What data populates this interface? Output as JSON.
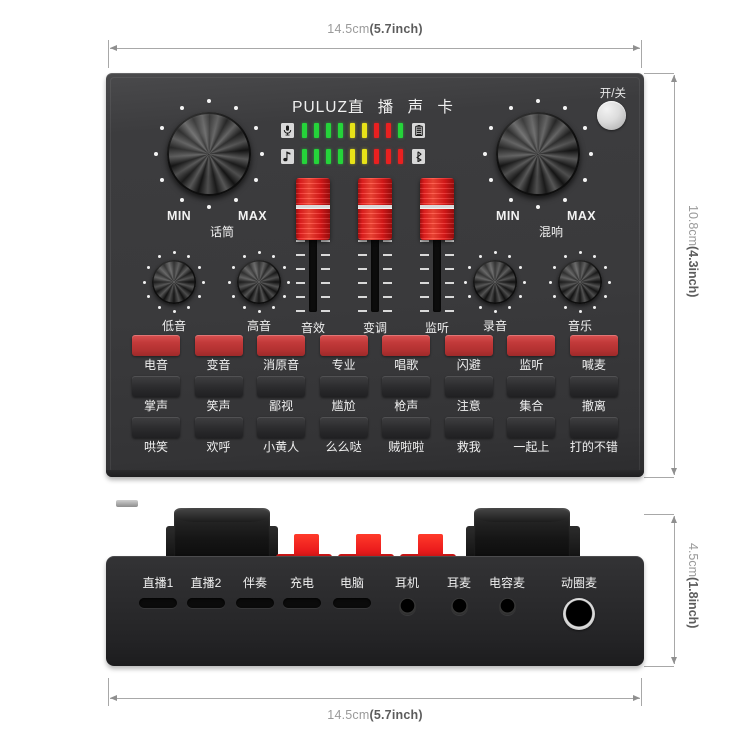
{
  "dimensions": {
    "top_width": "14.5cm(5.7inch)",
    "top_width_cm": "14.5cm",
    "top_width_in": "(5.7inch)",
    "height": "10.8cm(4.3inch)",
    "height_cm": "10.8cm",
    "height_in": "(4.3inch)",
    "depth": "4.5cm(1.8inch)",
    "depth_cm": "4.5cm",
    "depth_in": "(1.8inch)",
    "bottom_width": "14.5cm(5.7inch)",
    "bottom_width_cm": "14.5cm",
    "bottom_width_in": "(5.7inch)"
  },
  "device": {
    "brand": "PULUZ",
    "brand_cn": "直 播 声 卡",
    "power_label": "开/关",
    "power_icon": "power-button-circle"
  },
  "meters": {
    "row1": {
      "icon": "microphone-icon",
      "icon_glyph": "Ἲ4",
      "right_icon": "battery-icon",
      "leds": [
        "g",
        "g",
        "g",
        "g",
        "y",
        "y",
        "r",
        "r",
        "g"
      ]
    },
    "row2": {
      "icon": "music-note-icon",
      "icon_glyph": "♫",
      "right_icon": "bluetooth-icon",
      "leds": [
        "g",
        "g",
        "g",
        "g",
        "y",
        "y",
        "r",
        "r",
        "r"
      ]
    },
    "colors": {
      "green": "#25d43a",
      "yellow": "#e8e318",
      "red": "#ea2020"
    }
  },
  "big_knobs": [
    {
      "name": "microphone-volume",
      "label": "话筒",
      "min": "MIN",
      "max": "MAX"
    },
    {
      "name": "reverb",
      "label": "混响",
      "min": "MIN",
      "max": "MAX"
    }
  ],
  "small_knobs": [
    {
      "name": "bass",
      "label": "低音"
    },
    {
      "name": "treble",
      "label": "高音"
    },
    {
      "name": "recording",
      "label": "录音"
    },
    {
      "name": "music",
      "label": "音乐"
    }
  ],
  "sliders": [
    {
      "name": "sound-effect",
      "label": "音效"
    },
    {
      "name": "pitch",
      "label": "变调"
    },
    {
      "name": "monitor",
      "label": "监听"
    }
  ],
  "pads": {
    "row1": [
      "电音",
      "变音",
      "消原音",
      "专业",
      "唱歌",
      "闪避",
      "监听",
      "喊麦"
    ],
    "row2": [
      "掌声",
      "笑声",
      "鄙视",
      "尴尬",
      "枪声",
      "注意",
      "集合",
      "撤离"
    ],
    "row3": [
      "哄笑",
      "欢呼",
      "小黄人",
      "么么哒",
      "贼啦啦",
      "救我",
      "一起上",
      "打的不错"
    ]
  },
  "ports": [
    {
      "name": "live-1",
      "label": "直播1",
      "type": "usbc"
    },
    {
      "name": "live-2",
      "label": "直播2",
      "type": "usbc"
    },
    {
      "name": "accompaniment",
      "label": "伴奏",
      "type": "usbc"
    },
    {
      "name": "charging",
      "label": "充电",
      "type": "usbc"
    },
    {
      "name": "computer",
      "label": "电脑",
      "type": "usbc"
    },
    {
      "name": "headphone",
      "label": "耳机",
      "type": "jack"
    },
    {
      "name": "earphone-mic",
      "label": "耳麦",
      "type": "jack"
    },
    {
      "name": "condenser-mic",
      "label": "电容麦",
      "type": "jack"
    },
    {
      "name": "dynamic-mic",
      "label": "动圈麦",
      "type": "jack-big"
    }
  ]
}
